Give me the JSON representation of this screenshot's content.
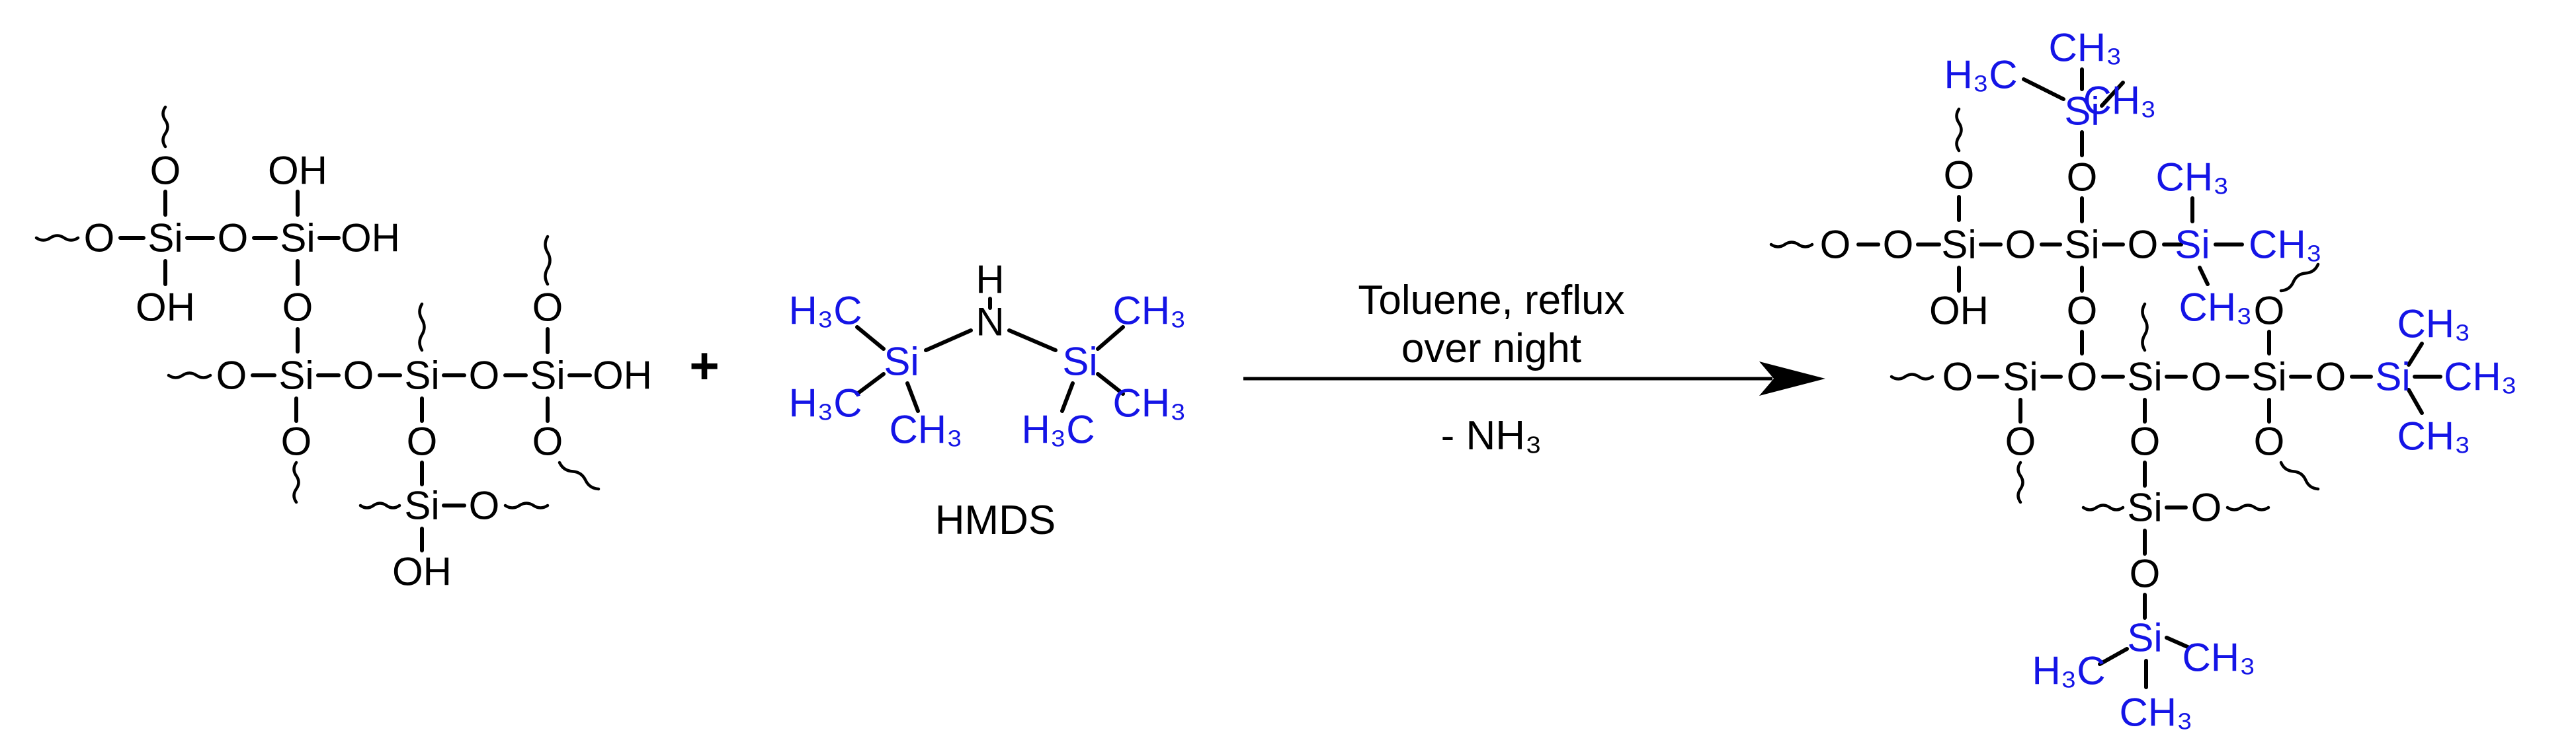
{
  "colors": {
    "ink": "#000000",
    "silyl": "#1414e6"
  },
  "plus": "+",
  "reagent": {
    "name": "HMDS",
    "n": "N",
    "h": "H",
    "si": "Si",
    "h3c": "H₃C",
    "ch3": "CH₃"
  },
  "conditions": {
    "line1": "Toluene,  reflux",
    "line2": "over night",
    "line3": "- NH₃"
  },
  "atoms": {
    "si": "Si",
    "o": "O",
    "oh": "OH",
    "h3c": "H₃C",
    "ch3": "CH₃"
  }
}
